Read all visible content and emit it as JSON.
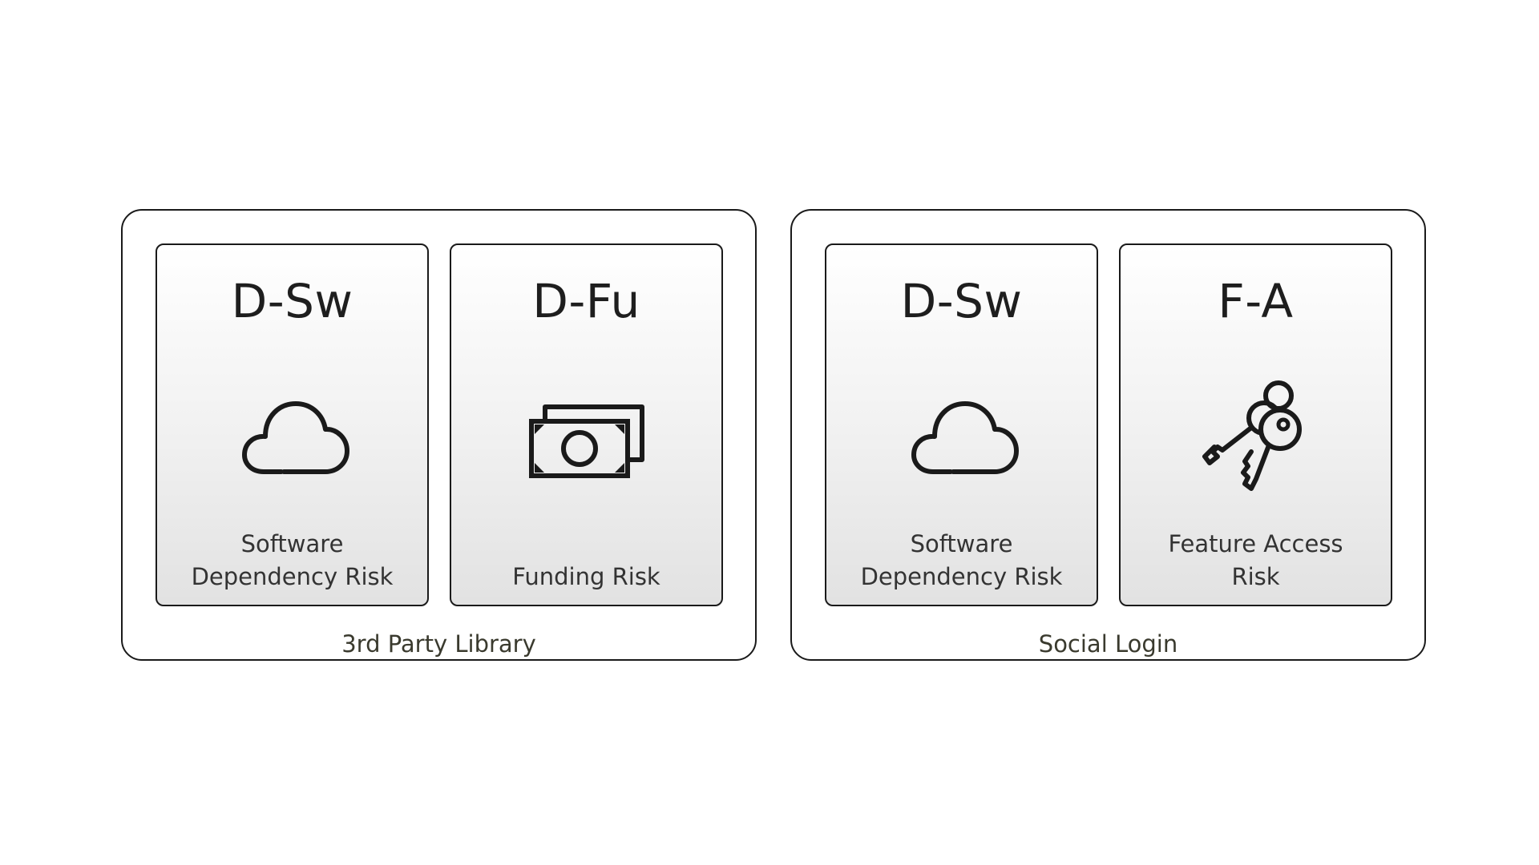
{
  "groups": [
    {
      "label": "3rd Party Library",
      "cards": [
        {
          "code": "D-Sw",
          "icon": "cloud-icon",
          "label_lines": [
            "Software",
            "Dependency Risk"
          ]
        },
        {
          "code": "D-Fu",
          "icon": "money-icon",
          "label_lines": [
            "Funding Risk"
          ]
        }
      ]
    },
    {
      "label": "Social Login",
      "cards": [
        {
          "code": "D-Sw",
          "icon": "cloud-icon",
          "label_lines": [
            "Software",
            "Dependency Risk"
          ]
        },
        {
          "code": "F-A",
          "icon": "keys-icon",
          "label_lines": [
            "Feature Access",
            "Risk"
          ]
        }
      ]
    }
  ]
}
